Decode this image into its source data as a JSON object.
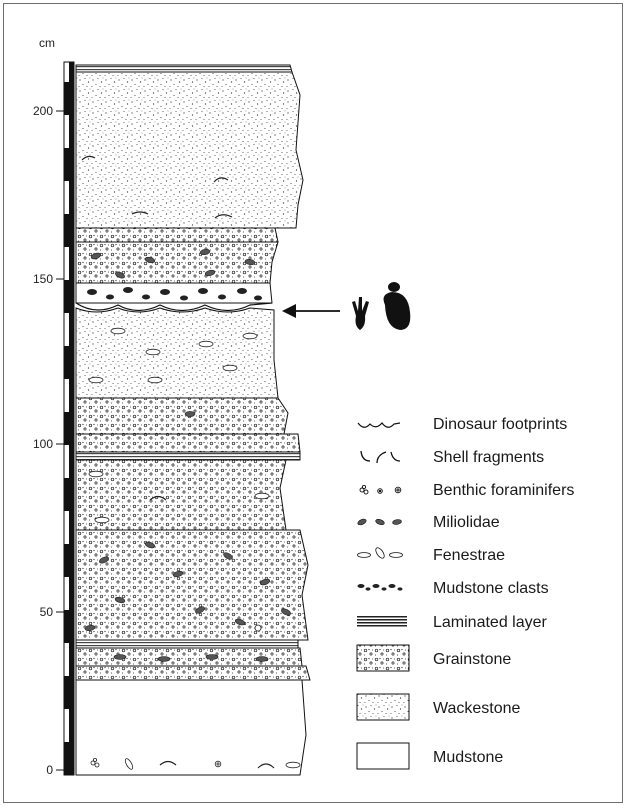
{
  "figure": {
    "unit_label": "cm",
    "scale_ticks": [
      "0",
      "50",
      "100",
      "150",
      "200"
    ],
    "arrow_annotation": {
      "target_bed": "mudstone-clast bed",
      "symbols": [
        "dinosaur-footprint-icon",
        "dinosaur-footprint-icon"
      ]
    }
  },
  "beds": [
    {
      "id": "mudstone-base",
      "lithology": "Mudstone",
      "from_cm": 0,
      "to_cm": 30
    },
    {
      "id": "grainstone-1",
      "lithology": "Grainstone",
      "from_cm": 30,
      "to_cm": 34
    },
    {
      "id": "grainstone-2",
      "lithology": "Grainstone",
      "from_cm": 34,
      "to_cm": 38
    },
    {
      "id": "laminated-1",
      "lithology": "Laminated layer",
      "from_cm": 38,
      "to_cm": 41
    },
    {
      "id": "grainstone-3",
      "lithology": "Grainstone",
      "from_cm": 41,
      "to_cm": 75
    },
    {
      "id": "grainstone-4",
      "lithology": "Grainstone",
      "from_cm": 75,
      "to_cm": 95
    },
    {
      "id": "laminated-2",
      "lithology": "Laminated layer",
      "from_cm": 95,
      "to_cm": 97
    },
    {
      "id": "grainstone-5",
      "lithology": "Grainstone",
      "from_cm": 97,
      "to_cm": 103
    },
    {
      "id": "grainstone-6",
      "lithology": "Grainstone",
      "from_cm": 103,
      "to_cm": 113
    },
    {
      "id": "wackestone-1",
      "lithology": "Wackestone",
      "from_cm": 113,
      "to_cm": 141
    },
    {
      "id": "mudstone-clasts",
      "lithology": "Mudstone clasts",
      "from_cm": 141,
      "to_cm": 149
    },
    {
      "id": "grainstone-7",
      "lithology": "Grainstone",
      "from_cm": 149,
      "to_cm": 161
    },
    {
      "id": "grainstone-8",
      "lithology": "Grainstone",
      "from_cm": 161,
      "to_cm": 165
    },
    {
      "id": "wackestone-top",
      "lithology": "Wackestone",
      "from_cm": 165,
      "to_cm": 214
    },
    {
      "id": "laminated-top",
      "lithology": "Laminated layer",
      "from_cm": 214,
      "to_cm": 216
    }
  ],
  "legend": [
    {
      "label": "Dinosaur footprints",
      "icon": "dinosaur-footprints-icon"
    },
    {
      "label": "Shell fragments",
      "icon": "shell-fragments-icon"
    },
    {
      "label": "Benthic foraminifers",
      "icon": "benthic-foraminifers-icon"
    },
    {
      "label": "Miliolidae",
      "icon": "miliolidae-icon"
    },
    {
      "label": "Fenestrae",
      "icon": "fenestrae-icon"
    },
    {
      "label": "Mudstone clasts",
      "icon": "mudstone-clasts-icon"
    },
    {
      "label": "Laminated layer",
      "icon": "laminated-layer-icon"
    },
    {
      "label": "Grainstone",
      "icon": "grainstone-icon"
    },
    {
      "label": "Wackestone",
      "icon": "wackestone-icon"
    },
    {
      "label": "Mudstone",
      "icon": "mudstone-icon"
    }
  ],
  "colors": {
    "ink": "#1a1a1a",
    "frame": "#6f6f6f",
    "paper": "#ffffff"
  }
}
